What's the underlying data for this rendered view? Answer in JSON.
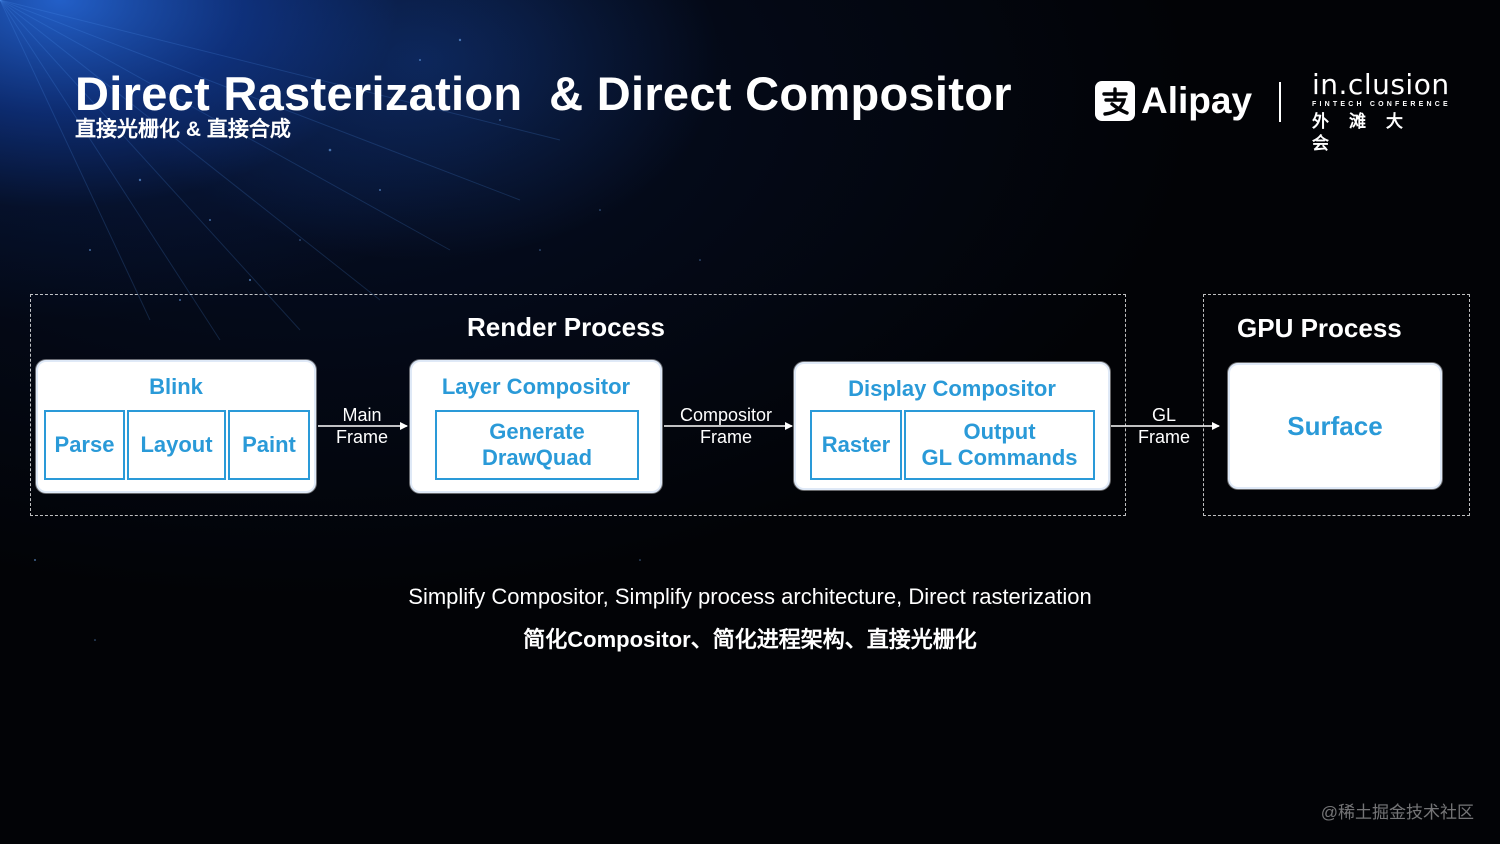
{
  "header": {
    "title": "Direct Rasterization  & Direct Compositor",
    "subtitle": "直接光栅化 & 直接合成"
  },
  "logos": {
    "alipay": "Alipay",
    "inclusion_word": "in.clusion",
    "inclusion_sub": "FINTECH CONFERENCE",
    "inclusion_cn": "外滩大会"
  },
  "diagram": {
    "render_process": {
      "title": "Render Process",
      "blink": {
        "title": "Blink",
        "steps": [
          "Parse",
          "Layout",
          "Paint"
        ]
      },
      "layer_compositor": {
        "title": "Layer Compositor",
        "step": "Generate\nDrawQuad"
      },
      "display_compositor": {
        "title": "Display Compositor",
        "steps": [
          "Raster",
          "Output\nGL Commands"
        ]
      }
    },
    "gpu_process": {
      "title": "GPU Process",
      "surface": "Surface"
    },
    "edges": {
      "main_frame": "Main\nFrame",
      "compositor_frame": "Compositor\nFrame",
      "gl_frame": "GL\nFrame"
    },
    "colors": {
      "accent": "#2a9ad8",
      "box_fill": "#ffffff"
    }
  },
  "caption": {
    "en": "Simplify Compositor, Simplify process architecture, Direct rasterization",
    "cn": "简化Compositor、简化进程架构、直接光栅化"
  },
  "watermark": "@稀土掘金技术社区"
}
